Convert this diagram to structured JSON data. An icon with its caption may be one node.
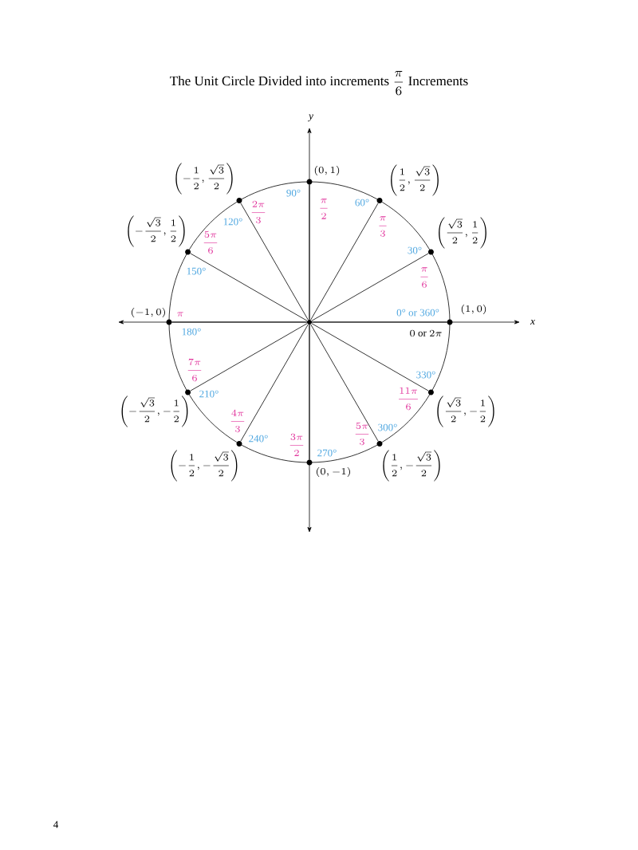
{
  "diagram": {
    "title": "\\mbox{The Unit Circle Divided into increments }\\dfrac{\\pi}{6}\\mbox{ Increments}",
    "nodes": [
      {
        "text": [],
        "shape": "circle"
      },
      {
        "text": [
          "(1,0)"
        ],
        "beside": [
          "0\\mbox{ or }2\\pi",
          "0° or 360°"
        ]
      },
      {
        "text": [
          "\\left(\\frac{\\sqrt{3}}{2},\\frac{1}{2}\\right)"
        ],
        "beside": [
          "\\frac{\\pi}{6}",
          "30°"
        ]
      },
      {
        "text": [
          "\\left(\\frac{1}{2},\\frac{\\sqrt{3}}{2}\\right)"
        ],
        "beside": [
          "\\frac{\\pi}{3}",
          "60°"
        ]
      },
      {
        "text": [
          "(0,1)"
        ],
        "beside": [
          "\\frac{\\pi}{2}",
          "90°"
        ]
      },
      {
        "text": [
          "\\left(-\\frac{1}{2},\\frac{\\sqrt{3}}{2}\\right)"
        ],
        "beside": [
          "\\frac{2\\pi}{3}",
          "120°"
        ]
      },
      {
        "text": [
          "\\left(-\\frac{\\sqrt{3}}{2},\\frac{1}{2}\\right)"
        ],
        "beside": [
          "\\frac{5\\pi}{6}",
          "150°"
        ]
      },
      {
        "text": [
          "(-1,0)"
        ],
        "beside": [
          "\\pi",
          "180°"
        ]
      },
      {
        "text": [
          "\\left(-\\frac{\\sqrt{3}}{2},-\\frac{1}{2}\\right)"
        ],
        "beside": [
          "\\frac{7\\pi}{6}",
          "210°"
        ]
      },
      {
        "text": [
          "\\left(-\\frac{1}{2},-\\frac{\\sqrt{3}}{2}\\right)"
        ],
        "beside": [
          "\\frac{4\\pi}{3}",
          "240°"
        ]
      },
      {
        "text": [
          "(0,-1)"
        ],
        "beside": [
          "\\frac{3\\pi}{2}",
          "270°"
        ]
      },
      {
        "text": [
          "\\left(\\frac{1}{2},-\\frac{\\sqrt{3}}{2}\\right)"
        ],
        "beside": [
          "\\frac{5\\pi}{3}",
          "300°"
        ]
      },
      {
        "text": [
          "\\left(\\frac{\\sqrt{3}}{2},-\\frac{1}{2}\\right)"
        ],
        "beside": [
          "\\frac{11\\pi}{6}",
          "330°"
        ]
      }
    ],
    "edges": [
      {
        "from": 0,
        "to": 1,
        "arrow": "none"
      },
      {
        "from": 0,
        "to": 2,
        "arrow": "none"
      },
      {
        "from": 0,
        "to": 3,
        "arrow": "none"
      },
      {
        "from": 0,
        "to": 4,
        "arrow": "none"
      },
      {
        "from": 0,
        "to": 5,
        "arrow": "none"
      },
      {
        "from": 0,
        "to": 6,
        "arrow": "none"
      },
      {
        "from": 0,
        "to": 7,
        "arrow": "none"
      },
      {
        "from": 0,
        "to": 8,
        "arrow": "none"
      },
      {
        "from": 0,
        "to": 9,
        "arrow": "none"
      },
      {
        "from": 0,
        "to": 10,
        "arrow": "none"
      },
      {
        "from": 0,
        "to": 11,
        "arrow": "none"
      },
      {
        "from": 0,
        "to": 12,
        "arrow": "none"
      }
    ],
    "labels": [
      "y",
      "x",
      "4"
    ]
  }
}
